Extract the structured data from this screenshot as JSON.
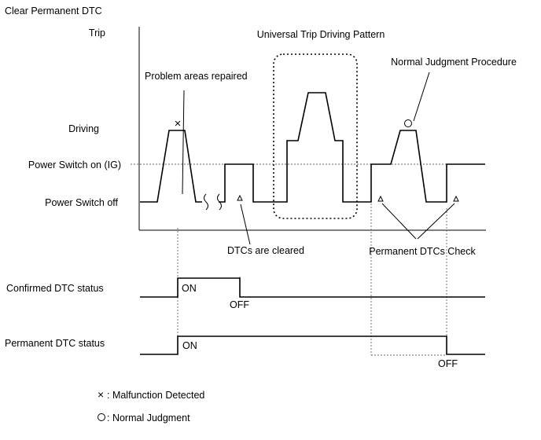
{
  "title": "Clear Permanent DTC",
  "row_labels": {
    "trip": "Trip",
    "driving": "Driving",
    "power_on": "Power Switch on (IG)",
    "power_off": "Power Switch off"
  },
  "annotations": {
    "problem_repaired": "Problem areas repaired",
    "universal_trip": "Universal Trip Driving Pattern",
    "normal_procedure": "Normal Judgment Procedure",
    "dtcs_cleared": "DTCs are cleared",
    "permanent_check": "Permanent DTCs Check"
  },
  "confirmed": {
    "label": "Confirmed DTC status",
    "on": "ON",
    "off": "OFF"
  },
  "permanent": {
    "label": "Permanent DTC status",
    "on": "ON",
    "off": "OFF"
  },
  "legend": {
    "malfunction_symbol": "×",
    "malfunction": ": Malfunction Detected",
    "normal_symbol": "○",
    "normal": ": Normal Judgment"
  }
}
